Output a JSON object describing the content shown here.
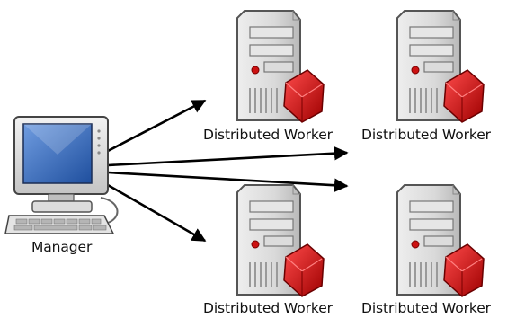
{
  "diagram": {
    "manager": {
      "label": "Manager",
      "icon": "desktop-computer-icon"
    },
    "workers": [
      {
        "label": "Distributed Worker",
        "icon": "server-tower-icon"
      },
      {
        "label": "Distributed Worker",
        "icon": "server-tower-icon"
      },
      {
        "label": "Distributed Worker",
        "icon": "server-tower-icon"
      },
      {
        "label": "Distributed Worker",
        "icon": "server-tower-icon"
      }
    ],
    "colors": {
      "arrow": "#000000",
      "server_body": "#d6d6d6",
      "server_badge": "#cc0000",
      "monitor_screen": "#3a6fc4"
    }
  }
}
